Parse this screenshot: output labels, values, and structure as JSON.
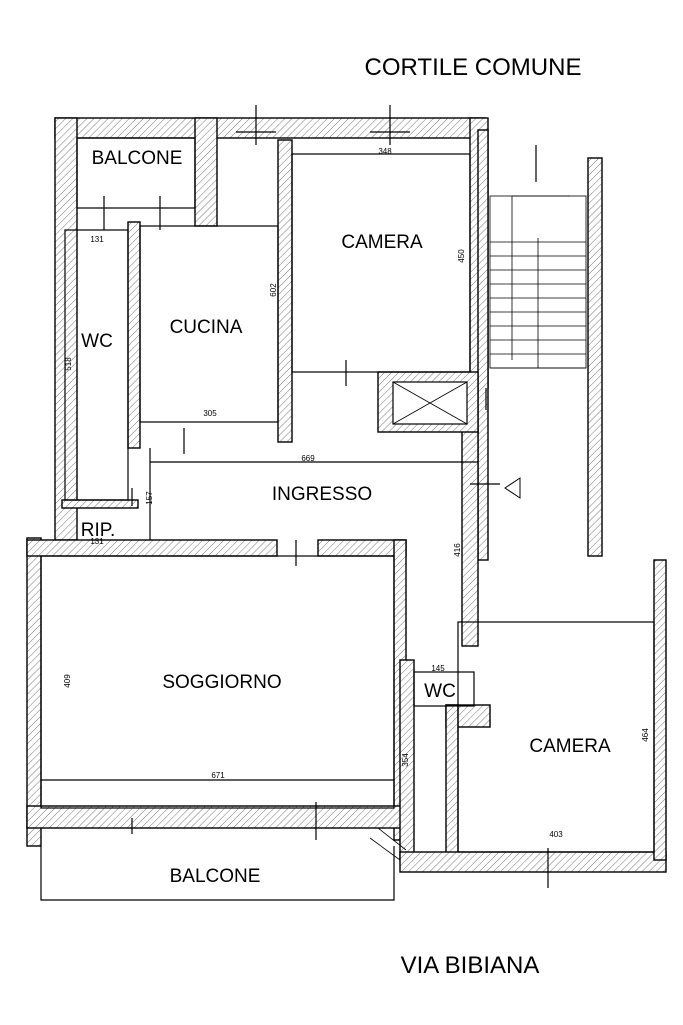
{
  "labels": {
    "cortile": "CORTILE COMUNE",
    "via": "VIA BIBIANA"
  },
  "rooms": {
    "balcone_top": "BALCONE",
    "camera_top": "CAMERA",
    "cucina": "CUCINA",
    "wc_left": "WC",
    "ingresso": "INGRESSO",
    "rip": "RIP.",
    "soggiorno": "SOGGIORNO",
    "wc_small": "WC",
    "camera_bottom": "CAMERA",
    "balcone_bottom": "BALCONE"
  },
  "dimensions": {
    "d348": "348",
    "d450": "450",
    "d131a": "131",
    "d602": "602",
    "d518": "518",
    "d305": "305",
    "d669": "669",
    "d157": "157",
    "d131b": "131",
    "d416": "416",
    "d145": "145",
    "d409": "409",
    "d671": "671",
    "d354": "354",
    "d464": "464",
    "d403": "403"
  }
}
